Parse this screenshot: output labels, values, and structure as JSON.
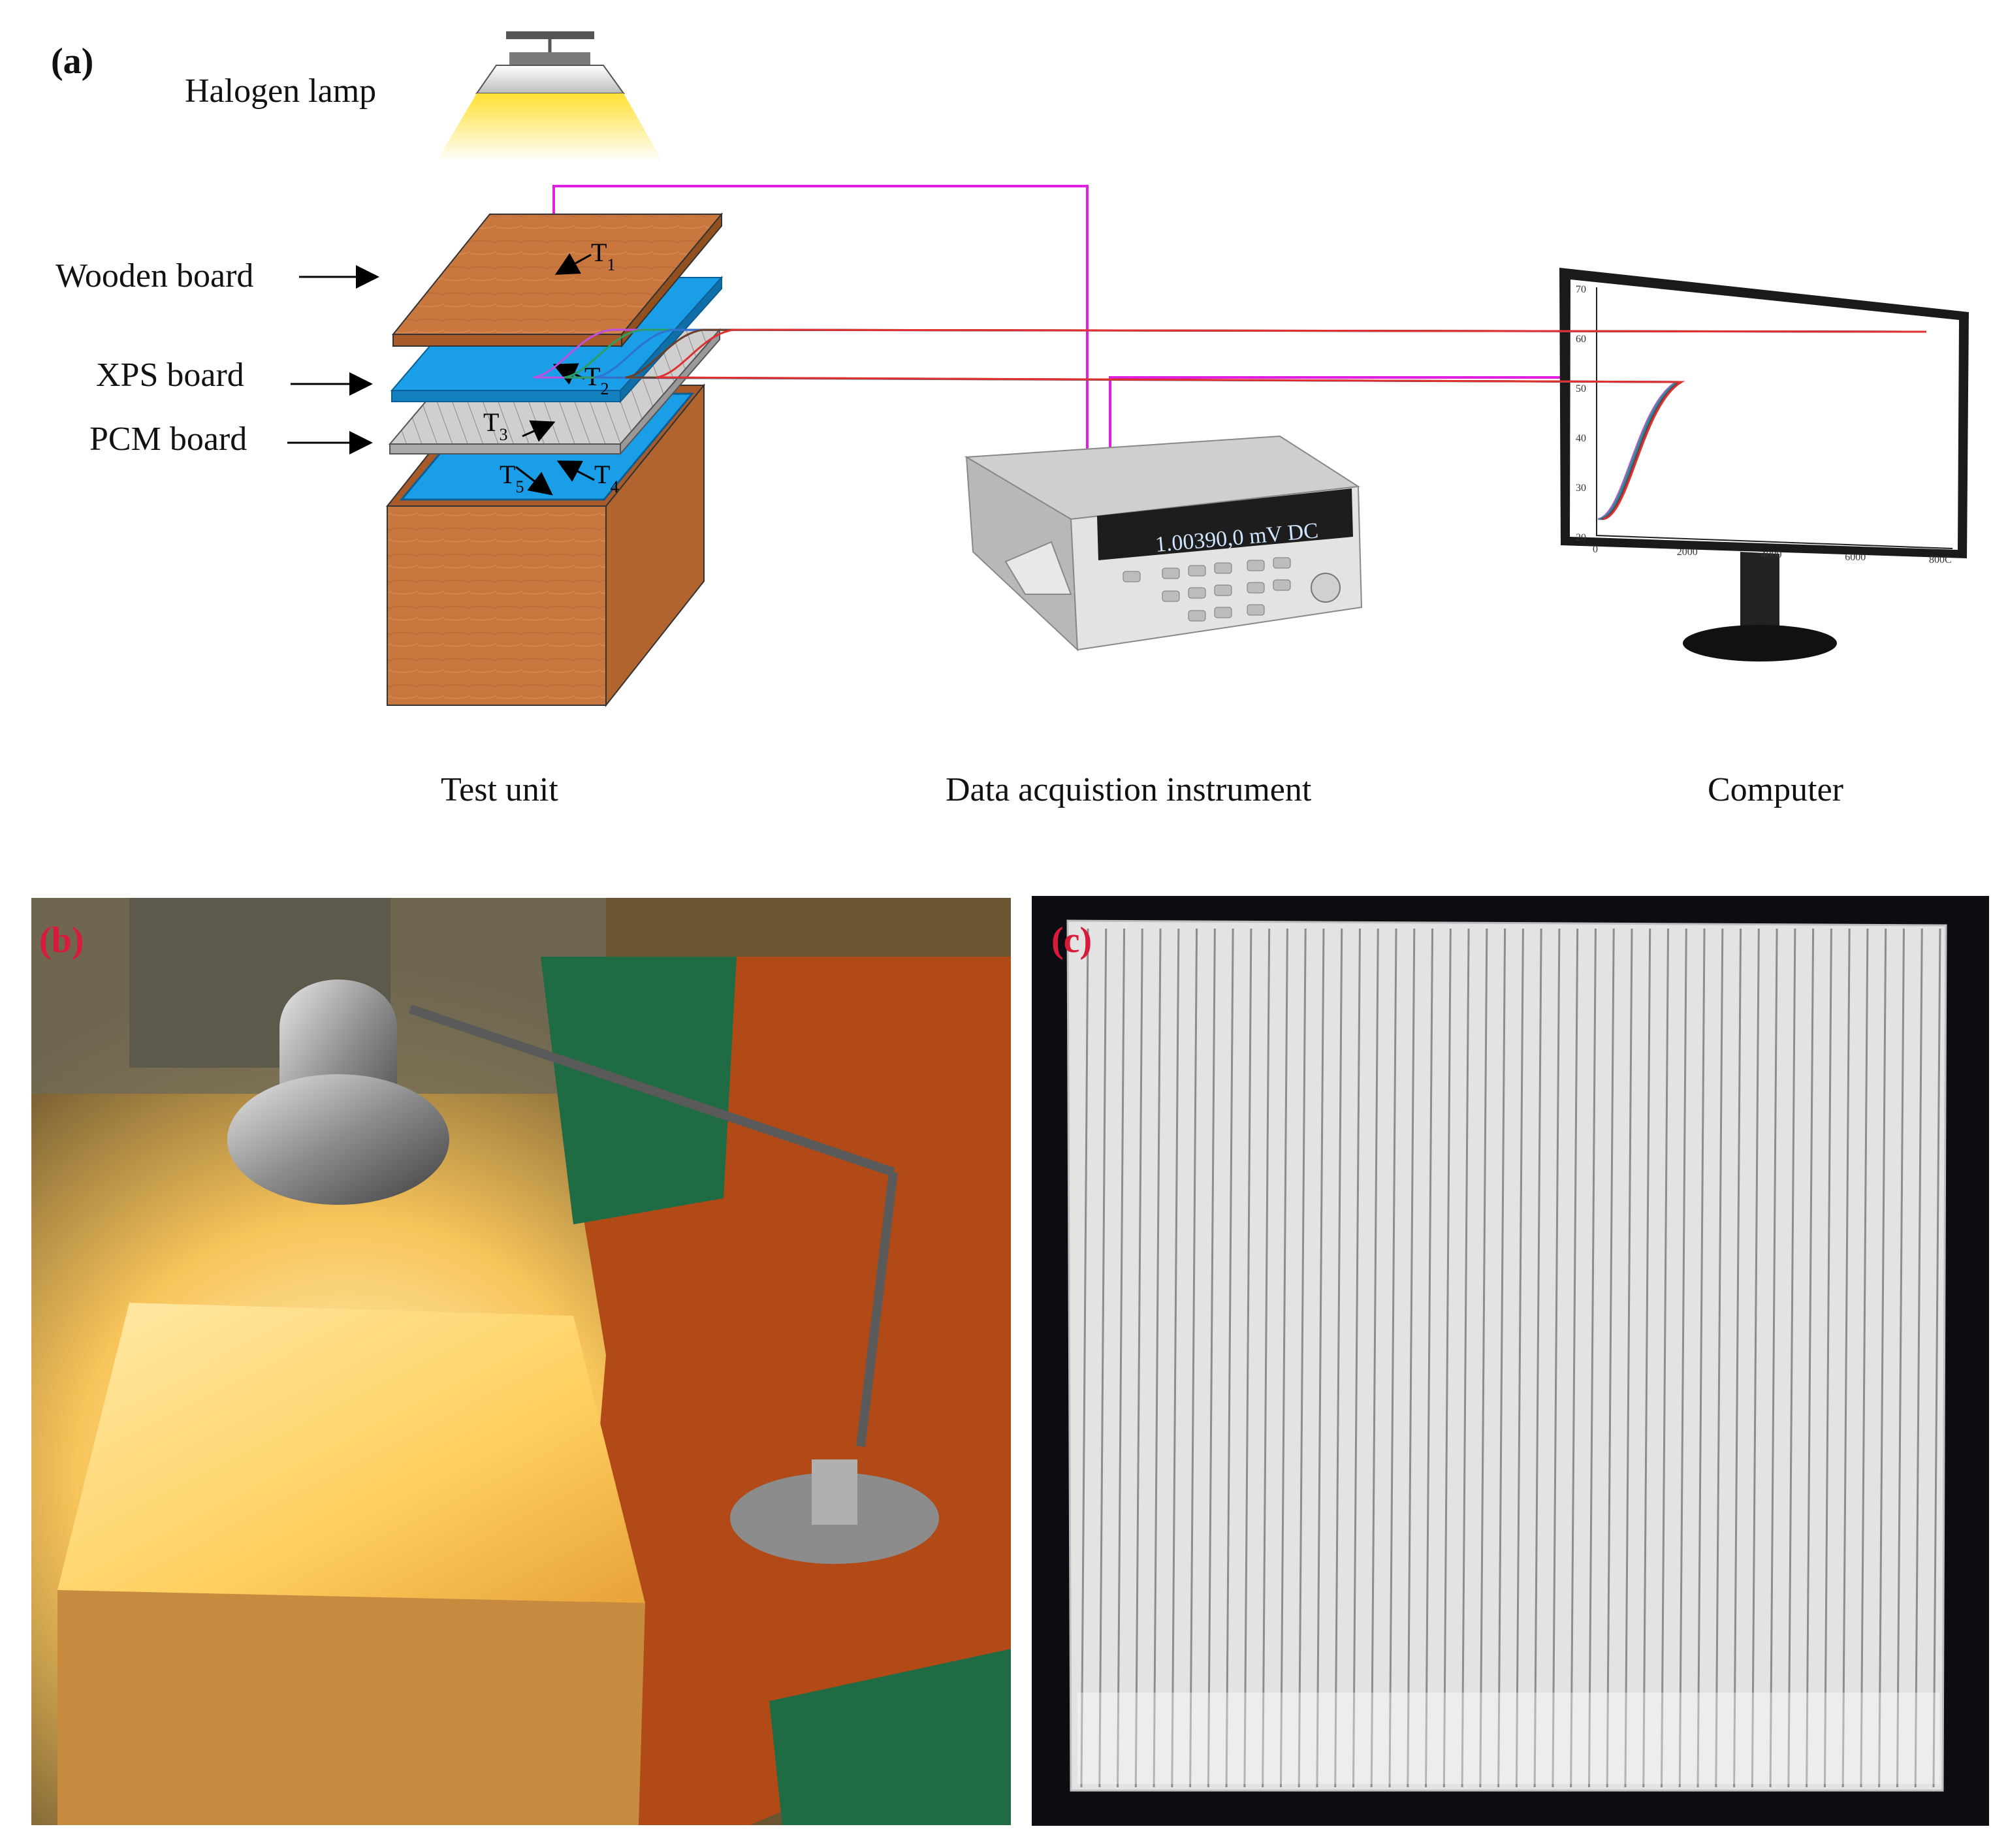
{
  "panel_a": {
    "letter": "(a)",
    "lamp_label": "Halogen lamp",
    "layers": [
      {
        "key": "wooden",
        "label": "Wooden board"
      },
      {
        "key": "xps",
        "label": "XPS board"
      },
      {
        "key": "pcm",
        "label": "PCM board"
      }
    ],
    "sensors": [
      {
        "name": "T",
        "sub": "1"
      },
      {
        "name": "T",
        "sub": "2"
      },
      {
        "name": "T",
        "sub": "3"
      },
      {
        "name": "T",
        "sub": "4"
      },
      {
        "name": "T",
        "sub": "5"
      }
    ],
    "captions": {
      "test_unit": "Test unit",
      "daq": "Data acquistion instrument",
      "computer": "Computer"
    },
    "daq_display": "1.00390,0 mV DC",
    "monitor_plot": {
      "y_ticks": [
        "70",
        "60",
        "50",
        "40",
        "30",
        "20"
      ],
      "x_ticks": [
        "0",
        "2000",
        "4000",
        "6000",
        "800C"
      ],
      "series_colors": [
        "#c050e0",
        "#2aa060",
        "#3070d0",
        "#6b3f2a",
        "#e03030"
      ]
    },
    "colors": {
      "wire": "#e020e0",
      "wood": "#c9773f",
      "xps": "#1a9ee8",
      "pcm": "#c8c8c8",
      "lamp_light": "#ffe033"
    }
  },
  "panel_b": {
    "letter": "(b)"
  },
  "panel_c": {
    "letter": "(c)"
  }
}
